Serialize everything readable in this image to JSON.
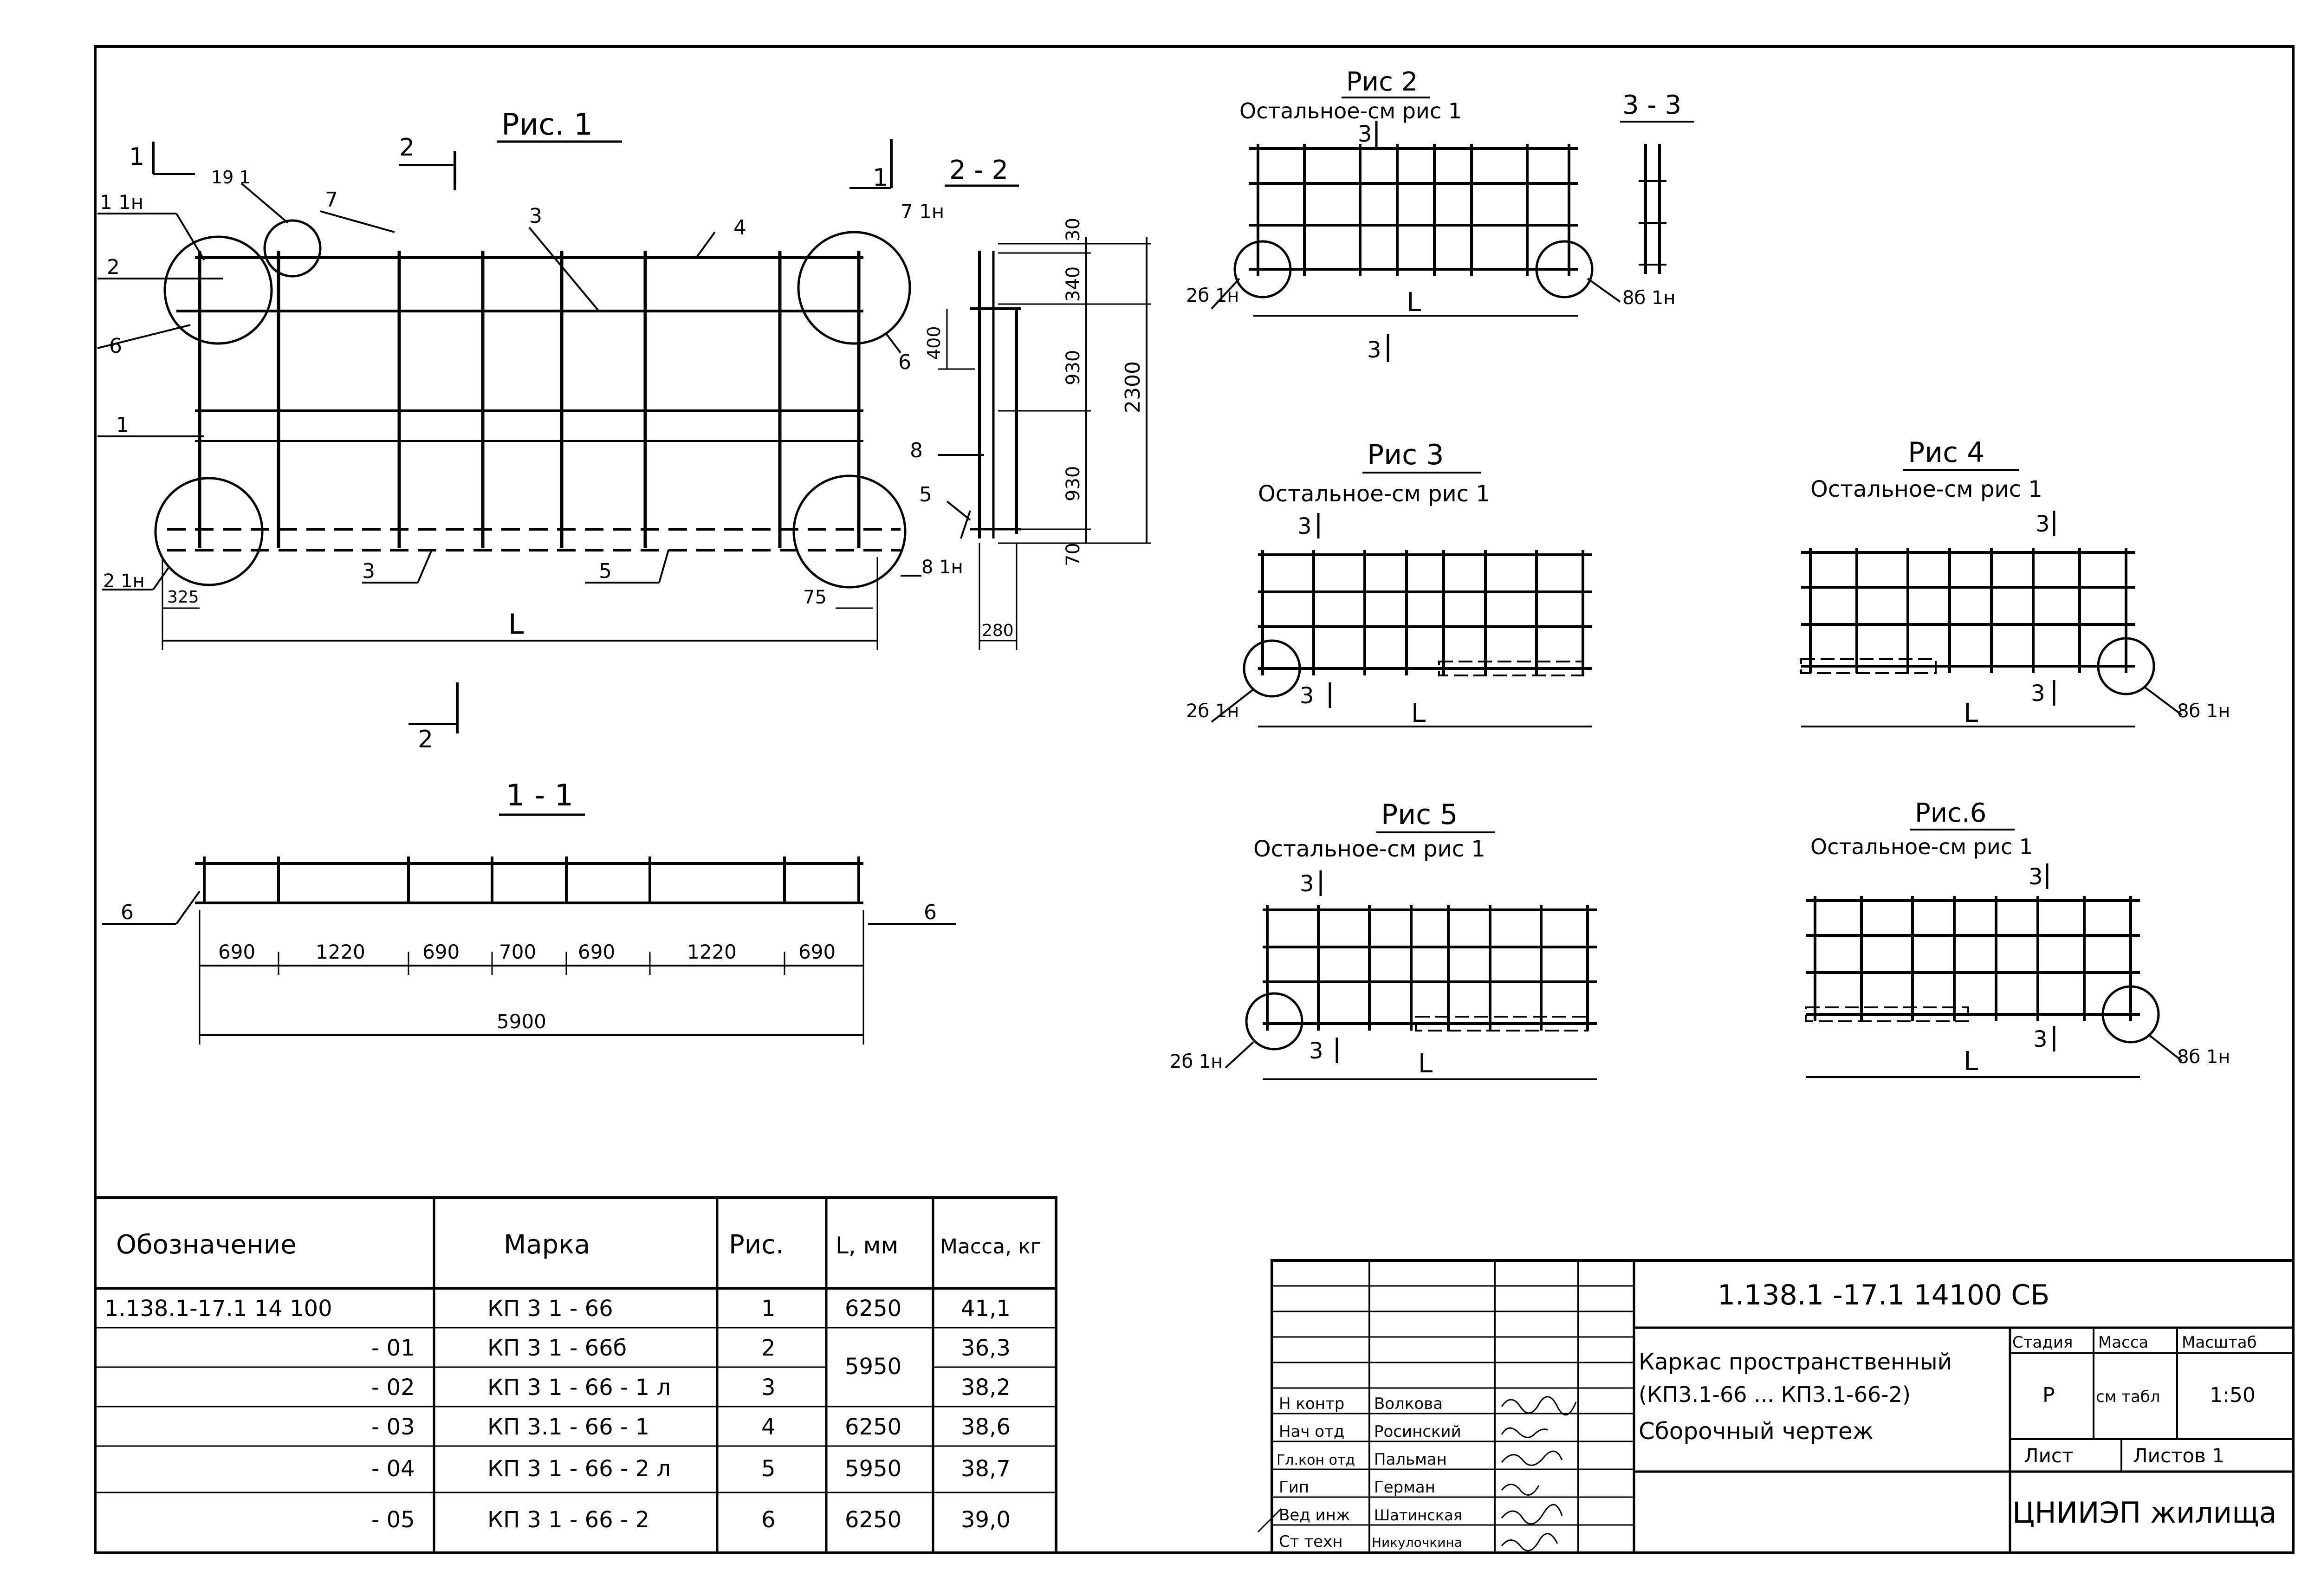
{
  "figures": {
    "fig1": {
      "title": "Рис. 1",
      "section_11": "1",
      "section_22": "2",
      "section_22_title": "2 - 2",
      "callouts": [
        "1 1н",
        "19 1",
        "7",
        "3",
        "4",
        "7 1н",
        "2",
        "6",
        "1",
        "6",
        "8",
        "5",
        "3",
        "5",
        "2 1н",
        "8 1н"
      ],
      "dims": {
        "d325": "325",
        "d75": "75",
        "L": "L",
        "d280": "280"
      },
      "vdims": [
        "30",
        "340",
        "930",
        "930",
        "70",
        "2300",
        "400"
      ]
    },
    "sec11": {
      "title": "1 - 1",
      "callout_left": "6",
      "callout_right": "6",
      "spacing": [
        "690",
        "1220",
        "690",
        "700",
        "690",
        "1220",
        "690"
      ],
      "total": "5900"
    },
    "fig2": {
      "title": "Рис 2",
      "note": "Остальное-см рис 1",
      "mark_top": "3",
      "mark_bottom": "3",
      "L": "L",
      "callout_left": "2б 1н",
      "callout_right": "8б 1н"
    },
    "sec33": {
      "title": "3 - 3"
    },
    "fig3": {
      "title": "Рис 3",
      "note": "Остальное-см рис 1",
      "mark_top": "3",
      "mark_bottom": "3",
      "L": "L",
      "callout": "2б 1н"
    },
    "fig4": {
      "title": "Рис 4",
      "note": "Остальное-см рис 1",
      "mark_top": "3",
      "mark_bottom": "3",
      "L": "L",
      "callout": "8б 1н"
    },
    "fig5": {
      "title": "Рис 5",
      "note": "Остальное-см рис 1",
      "mark_top": "3",
      "mark_bottom": "3",
      "L": "L",
      "callout": "2б 1н"
    },
    "fig6": {
      "title": "Рис.6",
      "note": "Остальное-см рис 1",
      "mark_top": "3",
      "mark_bottom": "3",
      "L": "L",
      "callout": "8б 1н"
    }
  },
  "spec_table": {
    "headers": [
      "Обозначение",
      "Марка",
      "Рис.",
      "L, мм",
      "Масса, кг"
    ],
    "rows": [
      {
        "code": "1.138.1-17.1 14 100",
        "mark": "КП 3 1 - 66",
        "fig": "1",
        "L": "6250",
        "mass": "41,1"
      },
      {
        "code": "- 01",
        "mark": "КП 3 1 - 66б",
        "fig": "2",
        "L": "5950",
        "mass": "36,3"
      },
      {
        "code": "- 02",
        "mark": "КП 3 1 - 66 - 1 л",
        "fig": "3",
        "L": "",
        "mass": "38,2"
      },
      {
        "code": "- 03",
        "mark": "КП 3.1 - 66 - 1",
        "fig": "4",
        "L": "6250",
        "mass": "38,6"
      },
      {
        "code": "- 04",
        "mark": "КП 3 1 - 66 - 2 л",
        "fig": "5",
        "L": "5950",
        "mass": "38,7"
      },
      {
        "code": "- 05",
        "mark": "КП 3 1 - 66 - 2",
        "fig": "6",
        "L": "6250",
        "mass": "39,0"
      }
    ]
  },
  "title_block": {
    "doc_code": "1.138.1 -17.1 14100 СБ",
    "name_line1": "Каркас пространственный",
    "name_line2": "(КП3.1-66 ... КП3.1-66-2)",
    "name_line3": "Сборочный чертеж",
    "stage_hdr": "Стадия",
    "mass_hdr": "Масса",
    "scale_hdr": "Масштаб",
    "stage": "Р",
    "mass": "см табл",
    "scale": "1:50",
    "sheet_hdr": "Лист",
    "sheets_hdr": "Листов 1",
    "org": "ЦНИИЭП жилища",
    "roles": [
      {
        "role": "Н контр",
        "name": "Волкова"
      },
      {
        "role": "Нач отд",
        "name": "Росинский"
      },
      {
        "role": "Гл.кон отд",
        "name": "Пальман"
      },
      {
        "role": "Гип",
        "name": "Герман"
      },
      {
        "role": "Вед инж",
        "name": "Шатинская"
      },
      {
        "role": "Ст техн",
        "name": "Никулочкина"
      }
    ]
  }
}
